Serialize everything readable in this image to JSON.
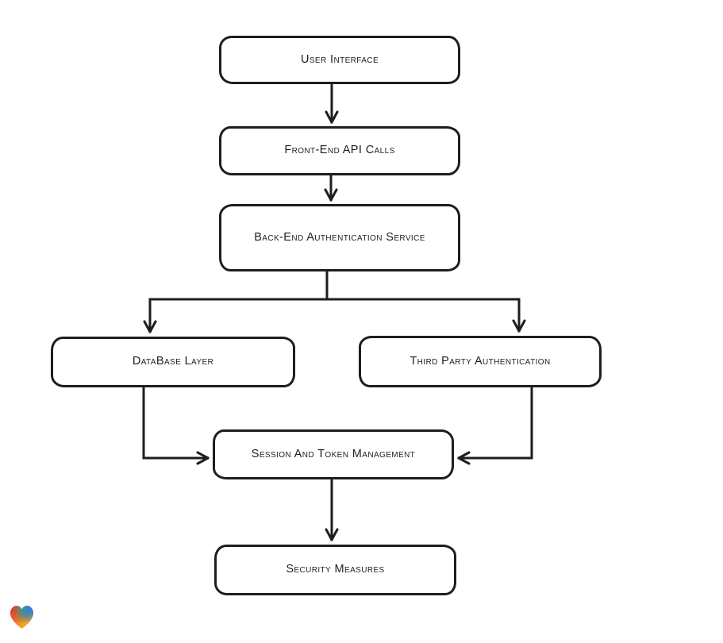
{
  "diagram": {
    "type": "flowchart",
    "colors": {
      "stroke": "#1e1e1e",
      "node_fill": "#ffffff",
      "background": "#ffffff",
      "text": "#1f1f1f"
    },
    "nodes": [
      {
        "id": "user-interface",
        "label": "User Interface"
      },
      {
        "id": "front-end-api-calls",
        "label": "Front-End API Calls"
      },
      {
        "id": "back-end-auth-service",
        "label": "Back-End Authentication Service"
      },
      {
        "id": "database-layer",
        "label": "DataBase Layer"
      },
      {
        "id": "third-party-authentication",
        "label": "Third Party Authentication"
      },
      {
        "id": "session-token-management",
        "label": "Session And Token Management"
      },
      {
        "id": "security-measures",
        "label": "Security Measures"
      }
    ],
    "edges": [
      {
        "from": "user-interface",
        "to": "front-end-api-calls"
      },
      {
        "from": "front-end-api-calls",
        "to": "back-end-auth-service"
      },
      {
        "from": "back-end-auth-service",
        "to": "database-layer"
      },
      {
        "from": "back-end-auth-service",
        "to": "third-party-authentication"
      },
      {
        "from": "database-layer",
        "to": "session-token-management"
      },
      {
        "from": "third-party-authentication",
        "to": "session-token-management"
      },
      {
        "from": "session-token-management",
        "to": "security-measures"
      }
    ]
  },
  "watermark": {
    "name": "eraser-heart-logo",
    "colors": {
      "red": "#e7342c",
      "teal": "#2da876",
      "blue": "#2e7ce8",
      "orange": "#f59e2c"
    }
  }
}
